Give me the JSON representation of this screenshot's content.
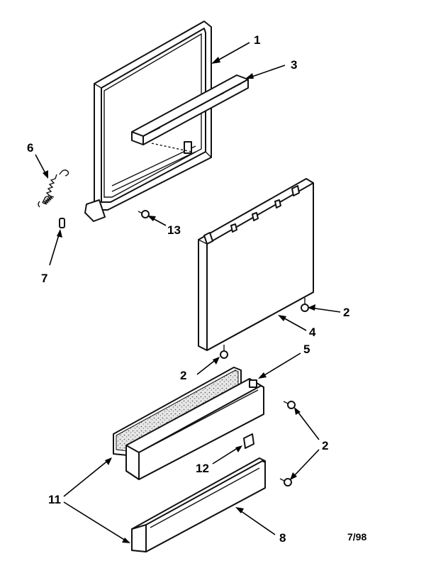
{
  "callouts": {
    "c1": "1",
    "c2a": "2",
    "c2b": "2",
    "c2c": "2",
    "c3": "3",
    "c4": "4",
    "c5": "5",
    "c6": "6",
    "c7": "7",
    "c8": "8",
    "c11": "11",
    "c12": "12",
    "c13": "13"
  },
  "date_code": "7/98"
}
